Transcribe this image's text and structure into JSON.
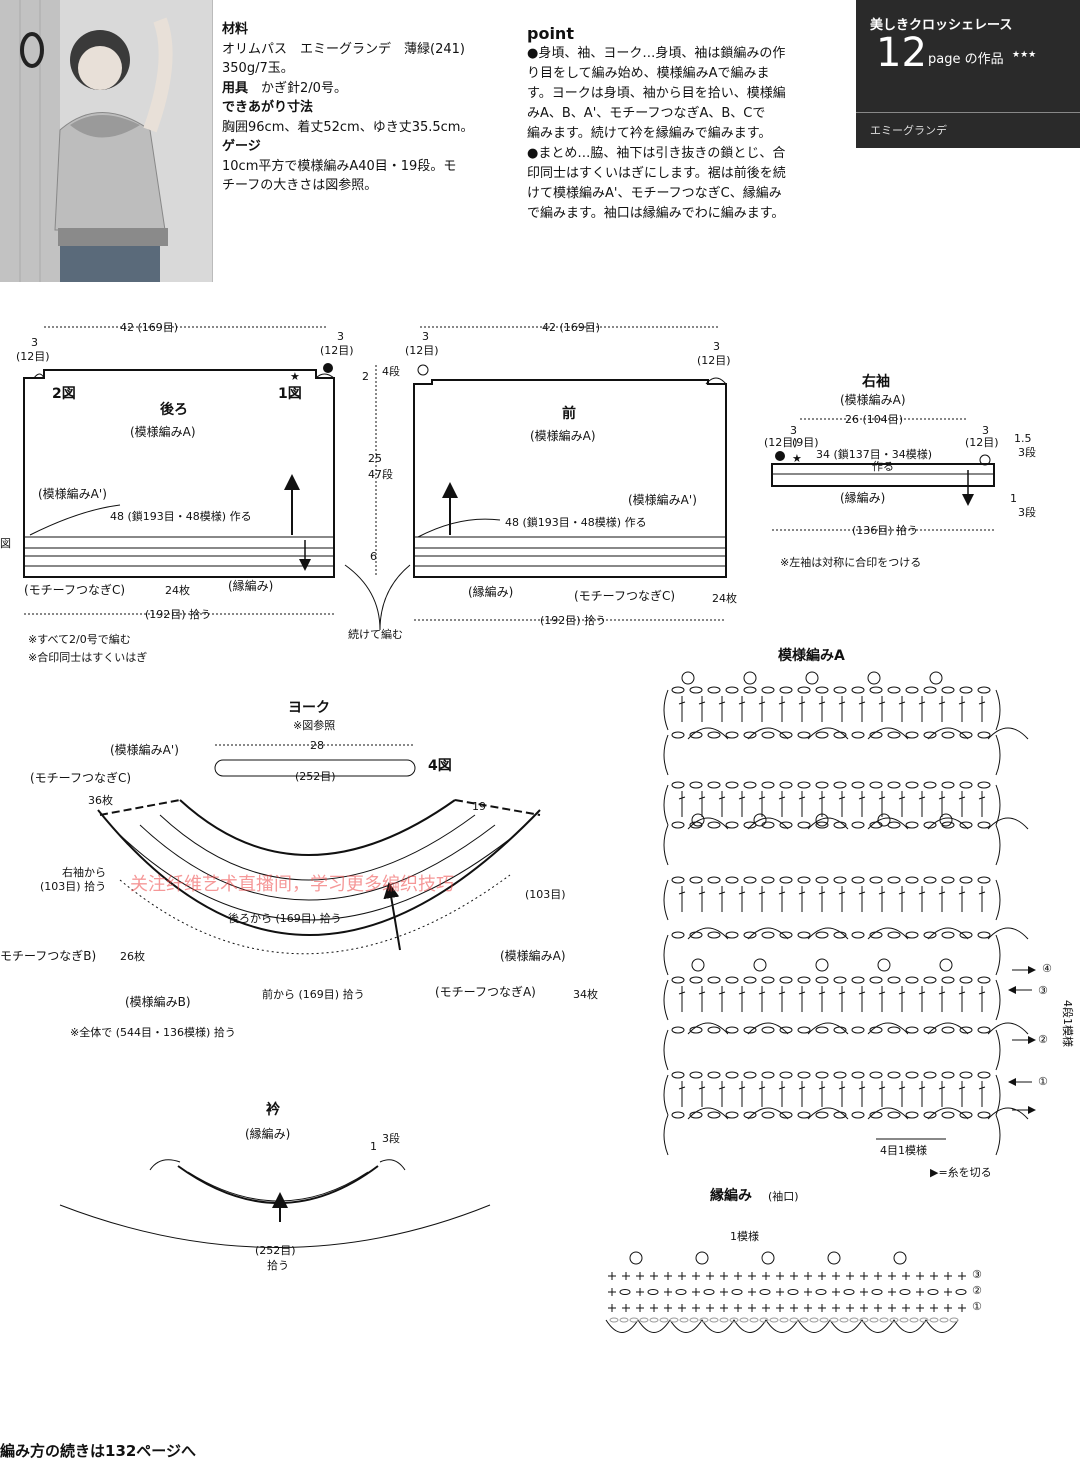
{
  "header": {
    "series": "美しきクロッシェレース",
    "page_num": "12",
    "page_text": "page の作品",
    "stars": "★★★",
    "yarn_name": "エミーグランデ"
  },
  "materials": {
    "title_materials": "材料",
    "yarn": "オリムパス　エミーグランデ　薄緑(241)",
    "amount": "350g/7玉。",
    "title_tools": "用具",
    "tools": "かぎ針2/0号。",
    "title_size": "できあがり寸法",
    "size": "胸囲96cm、着丈52cm、ゆき丈35.5cm。",
    "title_gauge": "ゲージ",
    "gauge_1": "10cm平方で模様編みA40目・19段。モ",
    "gauge_2": "チーフの大きさは図参照。"
  },
  "point": {
    "title": "point",
    "lines": [
      "●身頃、袖、ヨーク…身頃、袖は鎖編みの作",
      "り目をして編み始め、模様編みAで編みま",
      "す。ヨークは身頃、袖から目を拾い、模様編",
      "みA、B、A'、モチーフつなぎA、B、Cで",
      "編みます。続けて衿を縁編みで編みます。",
      "●まとめ…脇、袖下は引き抜きの鎖とじ、合",
      "印同士はすくいはぎにします。裾は前後を続",
      "けて模様編みA'、モチーフつなぎC、縁編み",
      "で編みます。袖口は縁編みでわに編みます。"
    ]
  },
  "back": {
    "title": "後ろ",
    "pattern": "(模様編みA)",
    "width": "42 (169目)",
    "shoulder_left": "3",
    "shoulder_left_sts": "(12目)",
    "shoulder_right": "3",
    "shoulder_right_sts": "(12目)",
    "fig2": "2図",
    "fig1": "1図",
    "cast_on": "48 (鎖193目・48模様) 作る",
    "pattern_a2": "(模様編みA')",
    "motif_c": "(モチーフつなぎC)",
    "motif_count": "24枚",
    "edging": "(縁編み)",
    "pickup": "(192目) 拾う",
    "left_cut": "図"
  },
  "side": {
    "top_num": "2",
    "top_rows": "4段",
    "body_h": "25",
    "body_rows": "47段",
    "hem_h": "6",
    "continue": "続けて編む"
  },
  "front": {
    "title": "前",
    "pattern": "(模様編みA)",
    "width": "42 (169目)",
    "shoulder_left": "3",
    "shoulder_left_sts": "(12目)",
    "shoulder_right": "3",
    "shoulder_right_sts": "(12目)",
    "cast_on": "48 (鎖193目・48模様) 作る",
    "pattern_a2": "(模様編みA')",
    "edging": "(縁編み)",
    "motif_c": "(モチーフつなぎC)",
    "motif_count": "24枚",
    "pickup": "(192目) 拾う"
  },
  "notes": {
    "note1": "※すべて2/0号で編む",
    "note2": "※合印同士はすくいはぎ"
  },
  "sleeve": {
    "title": "右袖",
    "pattern": "(模様編みA)",
    "width": "26 (104目)",
    "left_3": "3",
    "left_sts": "(12目)",
    "left_9": "(9目)",
    "right_3": "3",
    "right_sts": "(12目)",
    "cast_on": "34 (鎖137目・34模様)",
    "make": "作る",
    "edging": "(縁編み)",
    "pickup": "(136目) 拾う",
    "h1": "1.5",
    "h1_rows": "3段",
    "h2": "1",
    "h2_rows": "3段",
    "note": "※左袖は対称に合印をつける"
  },
  "yoke": {
    "title": "ヨーク",
    "ref": "※図参照",
    "top_w": "28",
    "top_sts": "(252目)",
    "fig4": "4図",
    "pattern_a2": "(模様編みA')",
    "motif_c": "(モチーフつなぎC)",
    "motif_c_count": "36枚",
    "num19": "19",
    "right_sleeve": "右袖から",
    "right_sleeve_sts": "(103目) 拾う",
    "left_sts": "(103目)",
    "back_pick": "後ろから (169目) 拾う",
    "motif_b": "モチーフつなぎB)",
    "motif_b_count": "26枚",
    "pattern_a": "(模様編みA)",
    "pattern_b": "(模様編みB)",
    "front_pick": "前から (169目) 拾う",
    "motif_a": "(モチーフつなぎA)",
    "motif_a_count": "34枚",
    "total": "※全体で (544目・136模様) 拾う"
  },
  "collar": {
    "title": "衿",
    "edging": "(縁編み)",
    "h": "1",
    "rows": "3段",
    "pickup": "(252目)",
    "pickup2": "拾う"
  },
  "pattern_a_chart": {
    "title": "模様編みA",
    "rows_label": "4段1模様",
    "repeat_label": "4目1模様",
    "row_markers": [
      "④",
      "③",
      "②",
      "①"
    ],
    "cut_note": "▶=糸を切る"
  },
  "edging_chart": {
    "title": "縁編み",
    "subtitle": "(袖口)",
    "repeat": "1模様",
    "row_markers": [
      "③",
      "②",
      "①"
    ]
  },
  "watermark": "关注纤维艺术直播间，学习更多编织技巧",
  "footer": "編み方の続きは132ページへ"
}
